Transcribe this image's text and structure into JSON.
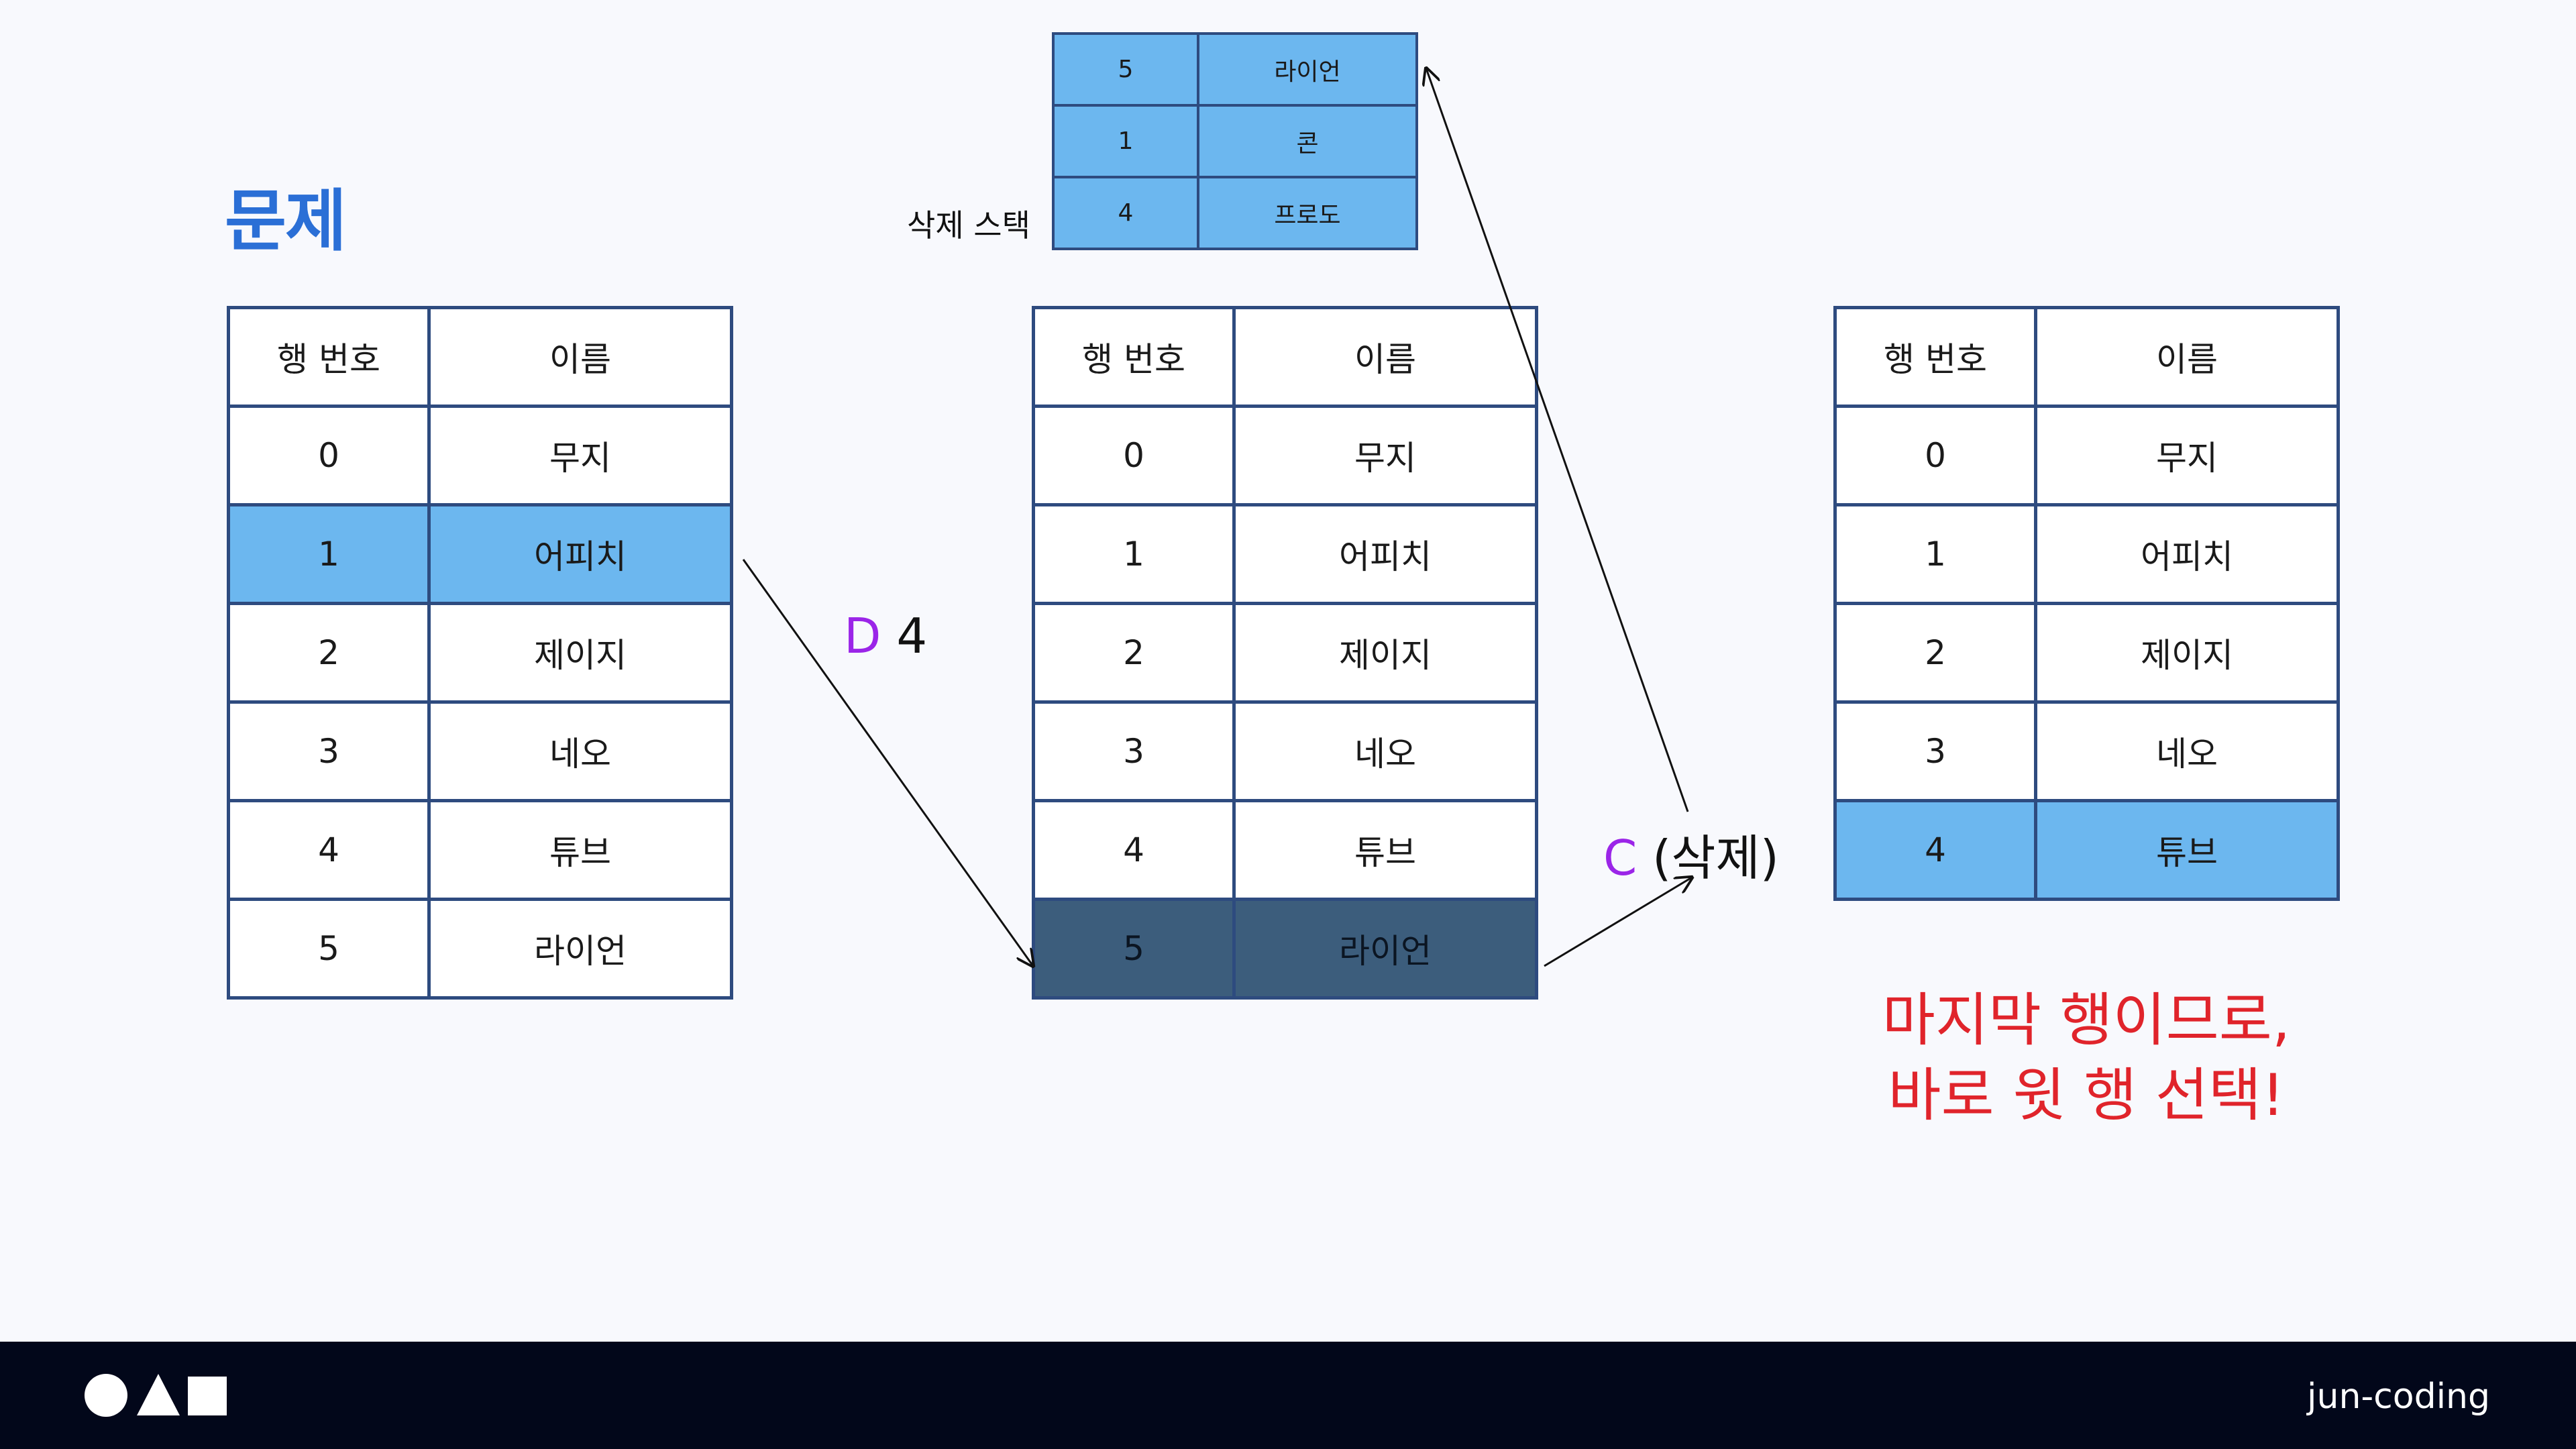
{
  "title": "문제",
  "table_header": {
    "row": "행 번호",
    "name": "이름"
  },
  "table_left": {
    "rows": [
      {
        "row": "0",
        "name": "무지"
      },
      {
        "row": "1",
        "name": "어피치"
      },
      {
        "row": "2",
        "name": "제이지"
      },
      {
        "row": "3",
        "name": "네오"
      },
      {
        "row": "4",
        "name": "튜브"
      },
      {
        "row": "5",
        "name": "라이언"
      }
    ],
    "highlighted_row": "1"
  },
  "table_middle": {
    "rows": [
      {
        "row": "0",
        "name": "무지"
      },
      {
        "row": "1",
        "name": "어피치"
      },
      {
        "row": "2",
        "name": "제이지"
      },
      {
        "row": "3",
        "name": "네오"
      },
      {
        "row": "4",
        "name": "튜브"
      },
      {
        "row": "5",
        "name": "라이언"
      }
    ],
    "selected_row": "5"
  },
  "table_right": {
    "rows": [
      {
        "row": "0",
        "name": "무지"
      },
      {
        "row": "1",
        "name": "어피치"
      },
      {
        "row": "2",
        "name": "제이지"
      },
      {
        "row": "3",
        "name": "네오"
      },
      {
        "row": "4",
        "name": "튜브"
      }
    ],
    "highlighted_row": "4"
  },
  "delete_stack": {
    "label": "삭제 스택",
    "rows": [
      {
        "row": "5",
        "name": "라이언"
      },
      {
        "row": "1",
        "name": "콘"
      },
      {
        "row": "4",
        "name": "프로도"
      }
    ]
  },
  "command_down": {
    "letter": "D",
    "arg": "4"
  },
  "command_delete": {
    "letter": "C",
    "arg": "(삭제)"
  },
  "note": {
    "line1": "마지막 행이므로,",
    "line2": "바로 윗 행 선택!"
  },
  "footer": {
    "brand": "jun-coding",
    "logo_icon": "circle-triangle-square-icon"
  },
  "colors": {
    "title": "#2b6fd6",
    "highlight": "#6cb7ef",
    "selected": "#3c5d7c",
    "command": "#9b25e8",
    "note": "#e0242b",
    "footer_bg": "#02071a"
  }
}
